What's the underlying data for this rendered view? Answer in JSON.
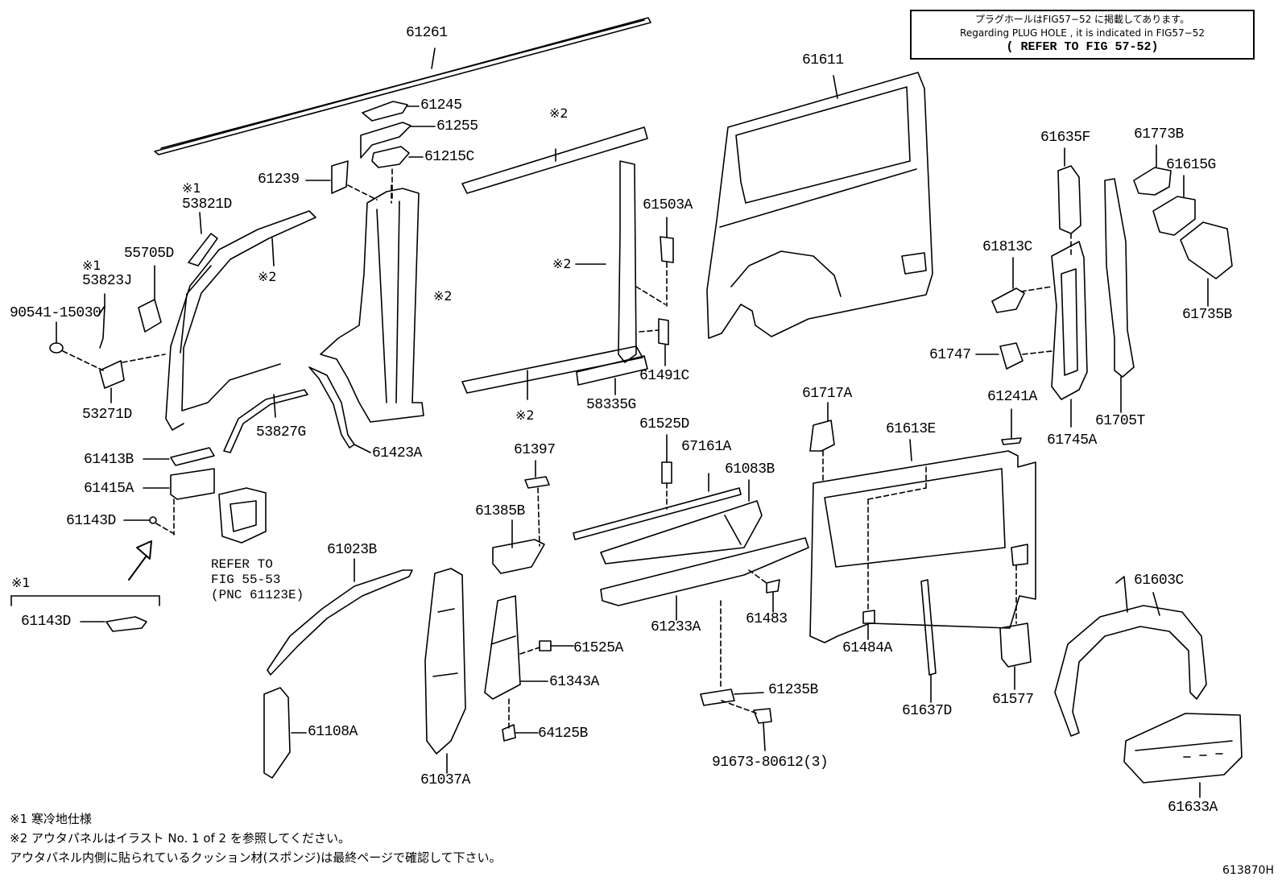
{
  "notice": {
    "line1": "プラグホールはFIG57−52 に掲載してあります。",
    "line2": "Regarding PLUG HOLE , it is indicated in FIG57−52",
    "line3": "( REFER TO FIG 57-52)"
  },
  "parts": [
    "61261",
    "61245",
    "61255",
    "61215C",
    "61239",
    "53821D",
    "55705D",
    "53823J",
    "90541-15030",
    "53271D",
    "53827G",
    "61423A",
    "61413B",
    "61415A",
    "61143D",
    "61143D",
    "61023B",
    "61108A",
    "61037A",
    "61385B",
    "61397",
    "61343A",
    "61525A",
    "64125B",
    "61503A",
    "61491C",
    "58335G",
    "61525D",
    "67161A",
    "61083B",
    "61233A",
    "61483",
    "61235B",
    "91673-80612(3)",
    "61611",
    "61717A",
    "61613E",
    "61484A",
    "61637D",
    "61577",
    "61635F",
    "61773B",
    "61615G",
    "61813C",
    "61735B",
    "61747",
    "61241A",
    "61745A",
    "61705T",
    "61603C",
    "61633A"
  ],
  "markers": {
    "note1": "※1",
    "note2": "※2"
  },
  "refer": {
    "line1": "REFER TO",
    "line2": "FIG 55-53",
    "line3": "(PNC 61123E)"
  },
  "footnotes": {
    "f1": "※1 寒冷地仕様",
    "f2": "※2 アウタパネルはイラスト No. 1 of 2 を参照してください。",
    "f3": "アウタパネル内側に貼られているクッション材(スポンジ)は最終ページで確認して下さい。"
  },
  "illustration_id": "613870H"
}
